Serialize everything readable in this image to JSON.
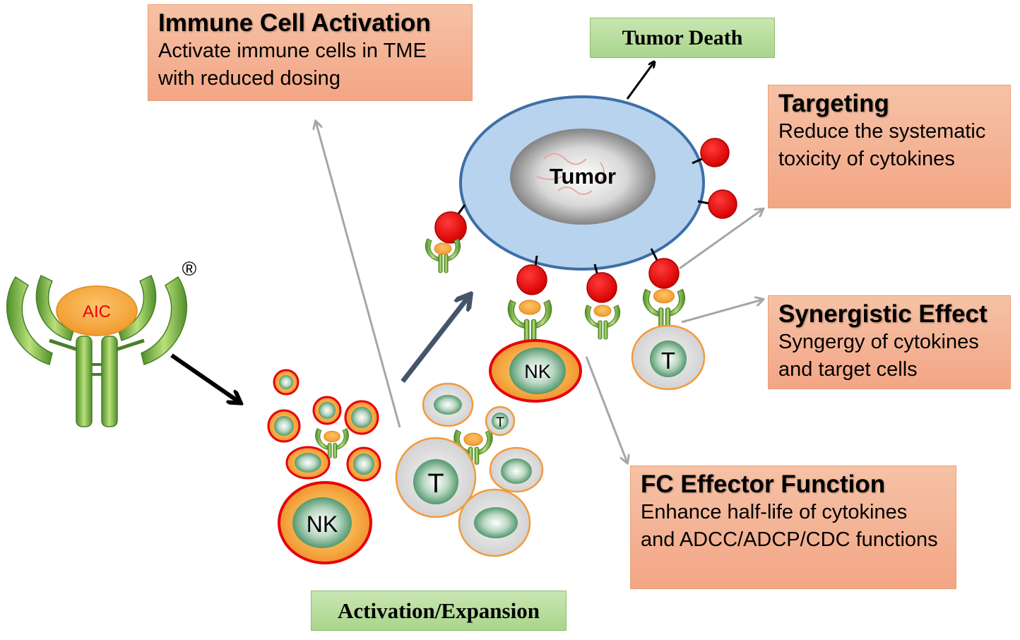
{
  "boxes": {
    "immune_activation": {
      "title": "Immune Cell Activation",
      "body": "Activate immune cells in TME with reduced dosing"
    },
    "targeting": {
      "title": "Targeting",
      "body": "Reduce the systematic toxicity of cytokines"
    },
    "synergistic": {
      "title": "Synergistic Effect",
      "body": "Syngergy of cytokines and target cells"
    },
    "fc_effector": {
      "title": "FC Effector Function",
      "body": "Enhance half-life of cytokines and ADCC/ADCP/CDC functions"
    }
  },
  "labels": {
    "tumor_death": "Tumor Death",
    "activation_expansion": "Activation/Expansion",
    "tumor": "Tumor",
    "aic": "AIC",
    "registered": "®",
    "nk": "NK",
    "t": "T"
  },
  "colors": {
    "orange_box": "#f4ab8b",
    "green_box": "#b5dc9a",
    "tumor_membrane": "#b8d3ee",
    "red_receptor": "#e8000b",
    "antibody_green": "#6aa83a",
    "aic_orange": "#f5a94a",
    "nk_red": "#e8000b",
    "t_orange": "#f39a3d",
    "arrow_grey": "#a6a6a6",
    "arrow_navy": "#44546a"
  }
}
